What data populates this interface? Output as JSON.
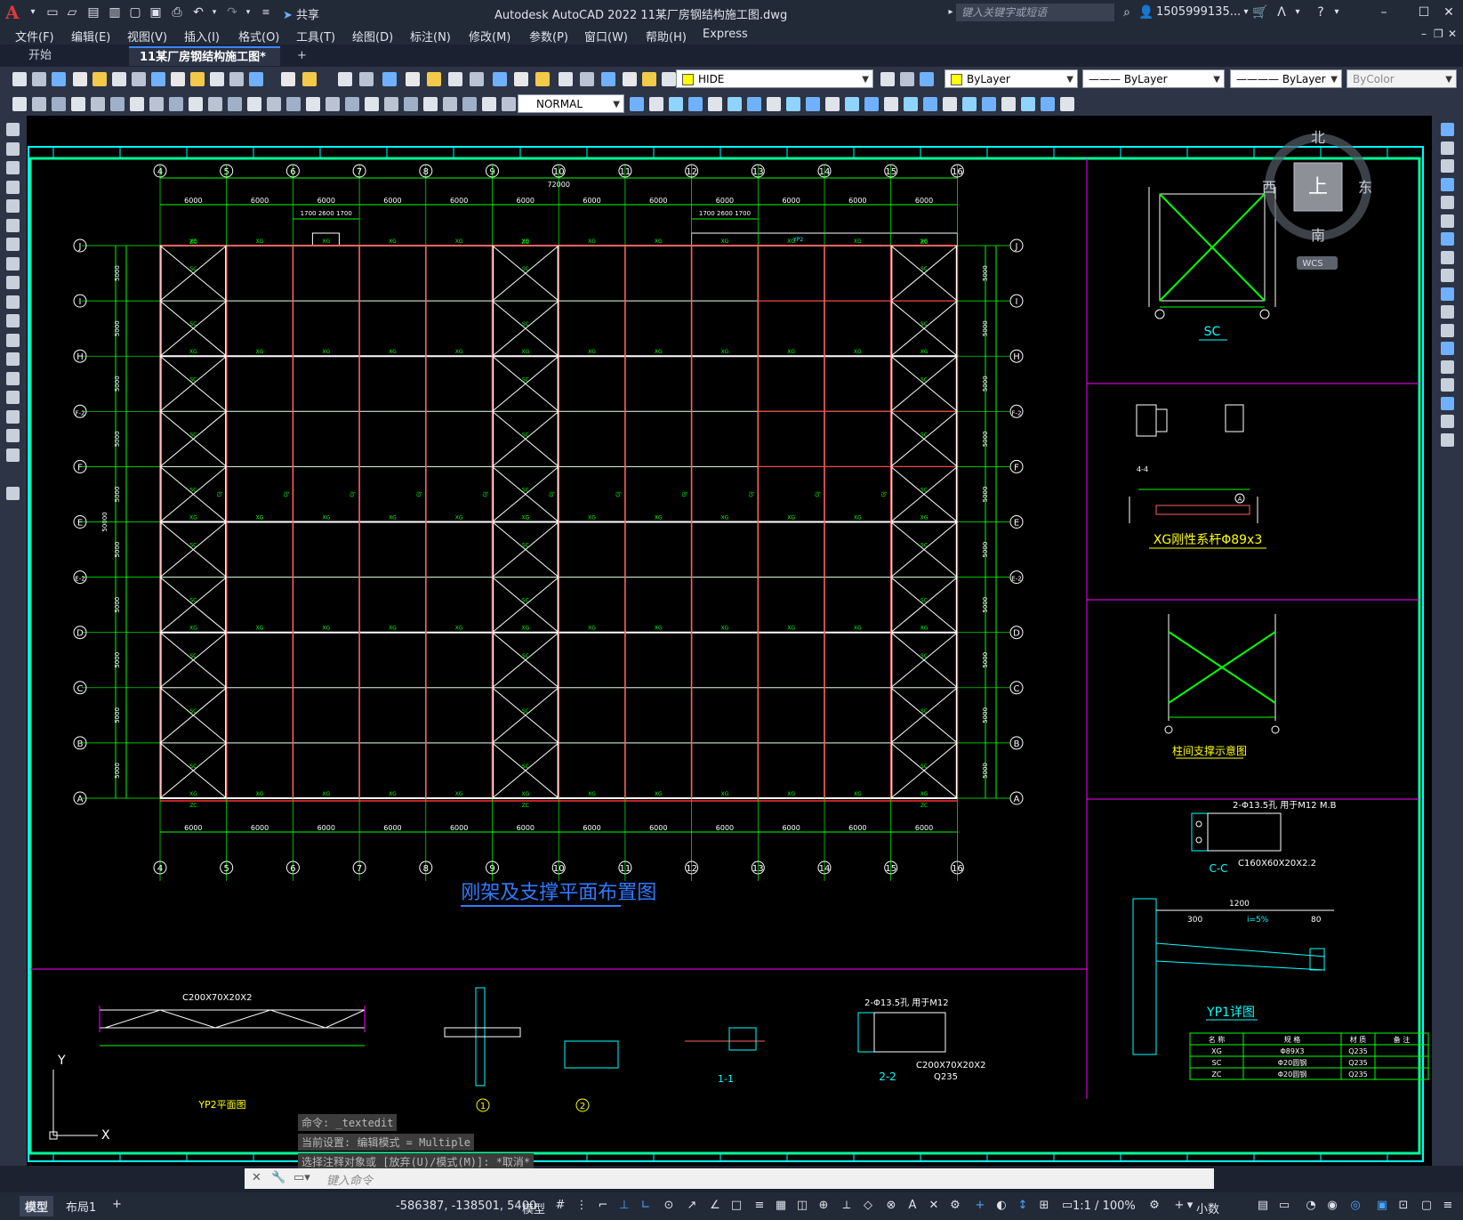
{
  "titlebar": {
    "share": "共享",
    "title": "Autodesk AutoCAD 2022    11某厂房钢结构施工图.dwg",
    "search_placeholder": "键入关键字或短语",
    "user": "1505999135...",
    "logo": "A"
  },
  "menu": [
    "文件(F)",
    "编辑(E)",
    "视图(V)",
    "插入(I)",
    "格式(O)",
    "工具(T)",
    "绘图(D)",
    "标注(N)",
    "修改(M)",
    "参数(P)",
    "窗口(W)",
    "帮助(H)",
    "Express"
  ],
  "tabs": [
    {
      "label": "开始",
      "active": false
    },
    {
      "label": "11某厂房钢结构施工图*",
      "active": true
    },
    {
      "label": "+",
      "active": false
    }
  ],
  "properties": {
    "layer": "HIDE",
    "color": "ByLayer",
    "linetype": "——— ByLayer",
    "lineweight": "———— ByLayer",
    "plotstyle": "ByColor",
    "textstyle": "NORMAL"
  },
  "viewcube": {
    "north": "北",
    "south": "南",
    "east": "东",
    "west": "西",
    "face": "上",
    "wcs": "WCS"
  },
  "drawing": {
    "plan_title": "刚架及支撑平面布置图",
    "total_dim": "72000",
    "bay_dim": "6000",
    "bay_dim_v": "5000",
    "total_v": "50000",
    "sub_dims": [
      "1700",
      "2600",
      "1700"
    ],
    "grid_cols": [
      "4",
      "5",
      "6",
      "7",
      "8",
      "9",
      "10",
      "11",
      "12",
      "13",
      "14",
      "15",
      "16"
    ],
    "grid_rows": [
      "J",
      "I",
      "H",
      "F-2",
      "F",
      "E",
      "E-2",
      "D",
      "C",
      "B",
      "A"
    ],
    "labels": {
      "xg": "XG",
      "sc": "SC",
      "zc": "ZC",
      "gj": "GJ",
      "yp2": "YP2",
      "yp1": "YP1"
    },
    "detail_sc": "SC",
    "detail_xg": "XG刚性系杆Φ89x3",
    "detail_column_brace": "柱间支撑示意图",
    "detail_cc": "C-C",
    "detail_cc_note": "2-Φ13.5孔  用于M12  M.B",
    "detail_cc_section": "C160X60X20X2.2",
    "detail_yp1": "YP1详图",
    "detail_yp1_dims": [
      "1200",
      "300",
      "80",
      "i=5%"
    ],
    "detail_yp2": "YP2平面图",
    "detail_yp2_section": "C200X70X20X2",
    "detail_22": "2-2",
    "detail_22_note": "2-Φ13.5孔  用于M12",
    "detail_22_section": "C200X70X20X2",
    "detail_22_q": "Q235",
    "detail_11": "1-1",
    "circle_1": "1",
    "circle_2": "2",
    "label_44": "4-4",
    "label_ua": "A",
    "table": [
      [
        "名 称",
        "规 格",
        "材 质",
        "备 注"
      ],
      [
        "XG",
        "Φ89X3",
        "Q235",
        ""
      ],
      [
        "SC",
        "Φ20圆钢",
        "Q235",
        ""
      ],
      [
        "ZC",
        "Φ20圆钢",
        "Q235",
        ""
      ]
    ],
    "ucs_x": "X",
    "ucs_y": "Y"
  },
  "command": {
    "history": [
      "命令: _textedit",
      "当前设置: 编辑模式 = Multiple",
      "选择注释对象或 [放弃(U)/模式(M)]: *取消*"
    ],
    "placeholder": "键入命令"
  },
  "status": {
    "tabs": [
      {
        "label": "模型",
        "active": true
      },
      {
        "label": "布局1",
        "active": false
      },
      {
        "label": "+",
        "active": false
      }
    ],
    "coords": "-586387, -138501, 5400",
    "mode": "模型",
    "scale": "1:1 / 100%",
    "units": "小数"
  },
  "colors": {
    "canvas": "#000000",
    "grid": "#00ff00",
    "column": "#ff6060",
    "beam": "#ffffff",
    "frame": "#00ff99",
    "magenta": "#ff00ff",
    "cyan": "#00ffff",
    "yellow": "#ffff00",
    "blue_title": "#2f7bff"
  }
}
